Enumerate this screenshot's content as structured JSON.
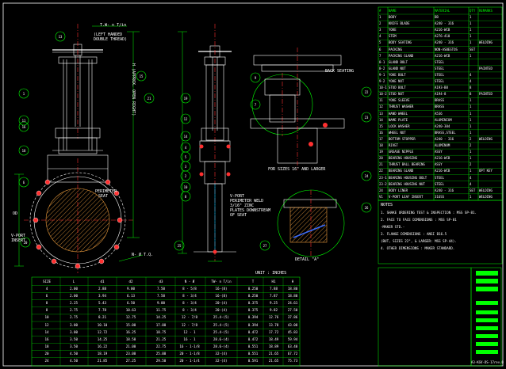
{
  "drawing": {
    "callouts_top": [
      "T.W- n T/in",
      "(LEFT HANDED",
      "DOUBLE THREAD)"
    ],
    "dim_left": "H (APPROX. OPEN RIGHT)",
    "back_seating": "BACK SEATING",
    "for_sizes": "FOR SIZES 16\" AND LARGER",
    "perimeter_seat": [
      "PERIMETER",
      "SEAT"
    ],
    "vport_weld": [
      "V-PORT",
      "PERIMETER WELD",
      "3/16\" ZINC",
      "PLATES DOWNSTREAM",
      "OF SEAT"
    ],
    "vport_label": [
      "V-PORT",
      "INSERT"
    ],
    "hole_label": "N- Ø T.Q.",
    "detail": "DETAIL \"A\"",
    "od_label": "OD",
    "bubbles": [
      "13",
      "15",
      "1",
      "11",
      "16",
      "18",
      "6",
      "20",
      "19",
      "12",
      "14",
      "4",
      "5",
      "3",
      "2",
      "10",
      "8",
      "9",
      "7",
      "22",
      "23",
      "24",
      "26",
      "27",
      "21",
      "25",
      "17",
      "V1"
    ]
  },
  "bom": {
    "header": [
      "#",
      "NAME",
      "MATERIAL",
      "QTY",
      "REMARKS"
    ],
    "rows": [
      [
        "1",
        "BODY",
        "DB",
        "1",
        ""
      ],
      [
        "2",
        "KNIFE BLADE",
        "A240 - 316",
        "1",
        ""
      ],
      [
        "3",
        "YOKE",
        "A216-WCB",
        "1",
        ""
      ],
      [
        "4",
        "STEM",
        "A276-410",
        "1",
        ""
      ],
      [
        "5",
        "BODY SEATING",
        "A240 - 316",
        "1",
        "WELDING"
      ],
      [
        "6",
        "PACKING",
        "NON-ASBESTOS",
        "SET",
        ""
      ],
      [
        "7",
        "PACKING GLAND",
        "A216-WCB",
        "1",
        ""
      ],
      [
        "8-1",
        "GLAND BOLT",
        "STEEL",
        "",
        ""
      ],
      [
        "8-2",
        "GLAND NUT",
        "STEEL",
        "",
        "PAINTED"
      ],
      [
        "9-1",
        "YOKE BOLT",
        "STEEL",
        "4",
        ""
      ],
      [
        "9-2",
        "YOKE NUT",
        "STEEL",
        "4",
        ""
      ],
      [
        "10-1",
        "STUD BOLT",
        "A193-B8",
        "8",
        ""
      ],
      [
        "10-2",
        "STUD NUT",
        "A194-8",
        "8",
        "PAINTED"
      ],
      [
        "11",
        "YOKE SLEEVE",
        "BRASS",
        "1",
        ""
      ],
      [
        "12",
        "THRUST WASHER",
        "BRASS",
        "1",
        ""
      ],
      [
        "13",
        "HAND WHEEL",
        "A536",
        "1",
        ""
      ],
      [
        "14",
        "NAME PLATE",
        "ALUMINIUM",
        "1",
        ""
      ],
      [
        "15",
        "LOCK WASHER",
        "A240-304",
        "1",
        ""
      ],
      [
        "16",
        "WHEEL NUT",
        "BRASS,STEEL",
        "1",
        ""
      ],
      [
        "17",
        "BOTTOM STOPPER",
        "A240 - 316",
        "2",
        "WELDING"
      ],
      [
        "18",
        "RIVET",
        "ALUMINUM",
        "2",
        ""
      ],
      [
        "19",
        "GREASE NIPPLE",
        "ASSY",
        "1",
        ""
      ],
      [
        "20",
        "BEARING HOUSING",
        "A216-WCB",
        "1",
        ""
      ],
      [
        "21",
        "THRUST BALL BEARING",
        "ASSY",
        "2",
        ""
      ],
      [
        "22",
        "BEARING GLAND",
        "A216-WCB",
        "1",
        "OPT KEY"
      ],
      [
        "23-1",
        "BEARING HOUSING BOLT",
        "STEEL",
        "4",
        ""
      ],
      [
        "23-2",
        "BEARING HOUSING NUT",
        "STEEL",
        "4",
        ""
      ],
      [
        "24",
        "BODY LINER",
        "A240 - 316",
        "SET",
        "WELDING"
      ],
      [
        "V1",
        "V-PORT LEAF INSERT",
        "316SS",
        "1",
        "WELDING"
      ]
    ]
  },
  "notes": {
    "title": "NOTES",
    "items": [
      "1. SHAKE ORDERING TEST & INSPECTION : MSS SP-81.",
      "2. FACE TO FACE DIMENSIONS : MSS SP-81",
      "   -MAKER STD.-",
      "3. FLANGE DIMENSIONS : ANSI B16.5",
      "   (BUT, SIZES 22\", & LARGER: MSS SP-44).",
      "4. OTHER DIMENSIONS : MAKER STANDARD."
    ]
  },
  "dim_table": {
    "unit": "UNIT : INCHES",
    "header": [
      "SIZE",
      "L",
      "d1",
      "d2",
      "d3",
      "N - Ø",
      "TW- n T/in",
      "T",
      "H1",
      "H"
    ],
    "rows": [
      [
        "4",
        "2.00",
        "2.88",
        "9.00",
        "7.50",
        "8 - 5/8",
        "16-(8)",
        "0.250",
        "7.88",
        "18.80"
      ],
      [
        "6",
        "2.00",
        "3.94",
        "6.13",
        "7.50",
        "8 - 3/4",
        "16-(8)",
        "0.250",
        "7.87",
        "18.80"
      ],
      [
        "8",
        "2.25",
        "5.43",
        "6.50",
        "9.00",
        "8 - 3/4",
        "20-(4)",
        "0.375",
        "9.25",
        "24.61"
      ],
      [
        "8",
        "2.75",
        "7.78",
        "10.63",
        "11.75",
        "8 - 3/4",
        "20-(4)",
        "0.375",
        "9.82",
        "27.50"
      ],
      [
        "10",
        "2.75",
        "8.21",
        "12.75",
        "14.25",
        "12 - 7/8",
        "25.4-(5)",
        "0.394",
        "12.76",
        "37.86"
      ],
      [
        "12",
        "3.00",
        "10.10",
        "15.00",
        "17.00",
        "12 - 7/8",
        "25.4-(5)",
        "0.394",
        "13.78",
        "43.08"
      ],
      [
        "14",
        "3.00",
        "12.72",
        "16.25",
        "18.75",
        "12 - 1",
        "25.4-(5)",
        "0.472",
        "17.72",
        "45.83"
      ],
      [
        "16",
        "3.50",
        "14.25",
        "18.50",
        "21.25",
        "16 - 1",
        "28.6-(4)",
        "0.472",
        "18.49",
        "59.94"
      ],
      [
        "18",
        "3.50",
        "16.22",
        "21.00",
        "22.75",
        "16 - 1-1/8",
        "28.6-(4)",
        "0.551",
        "18.89",
        "63.40"
      ],
      [
        "20",
        "4.50",
        "18.19",
        "23.00",
        "25.00",
        "20 - 1-1/8",
        "32-(4)",
        "0.551",
        "21.65",
        "67.72"
      ],
      [
        "24",
        "4.50",
        "21.85",
        "27.25",
        "29.50",
        "20 - 1-1/4",
        "32-(4)",
        "0.591",
        "21.65",
        "75.73"
      ]
    ]
  },
  "title_block": {
    "dwg_no": "A3-KGV-DS-17rev.0"
  },
  "colors": {
    "background": "#000000",
    "line_green": "#00ff00",
    "line_white": "#ffffff",
    "line_red": "#ff3030",
    "hatch_orange": "#e89a3c",
    "line_cyan": "#00c8ff",
    "blue_seat": "#3a6cff"
  }
}
